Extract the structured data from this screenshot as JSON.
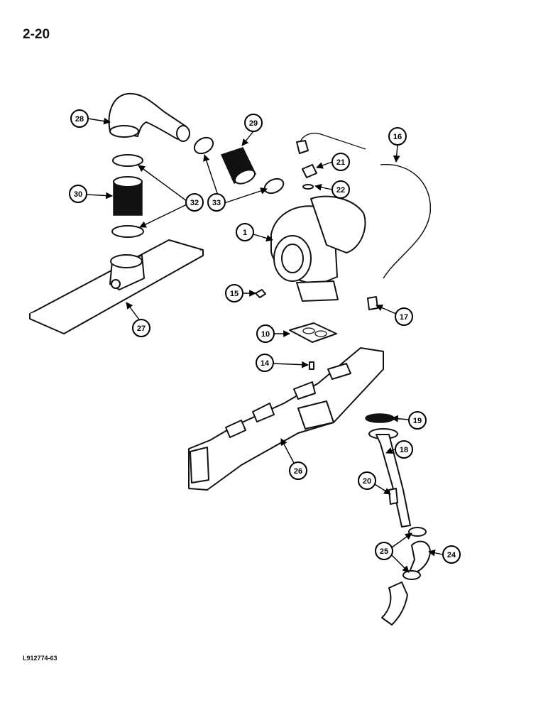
{
  "page": {
    "page_number": "2-20",
    "figure_id": "L912774-63"
  },
  "callouts": [
    {
      "key": "c1",
      "label": "1"
    },
    {
      "key": "c10",
      "label": "10"
    },
    {
      "key": "c14",
      "label": "14"
    },
    {
      "key": "c15",
      "label": "15"
    },
    {
      "key": "c16",
      "label": "16"
    },
    {
      "key": "c17",
      "label": "17"
    },
    {
      "key": "c18",
      "label": "18"
    },
    {
      "key": "c19",
      "label": "19"
    },
    {
      "key": "c20",
      "label": "20"
    },
    {
      "key": "c21",
      "label": "21"
    },
    {
      "key": "c22",
      "label": "22"
    },
    {
      "key": "c24",
      "label": "24"
    },
    {
      "key": "c25",
      "label": "25"
    },
    {
      "key": "c26",
      "label": "26"
    },
    {
      "key": "c27",
      "label": "27"
    },
    {
      "key": "c28",
      "label": "28"
    },
    {
      "key": "c29",
      "label": "29"
    },
    {
      "key": "c30",
      "label": "30"
    },
    {
      "key": "c32",
      "label": "32"
    },
    {
      "key": "c33",
      "label": "33"
    }
  ]
}
